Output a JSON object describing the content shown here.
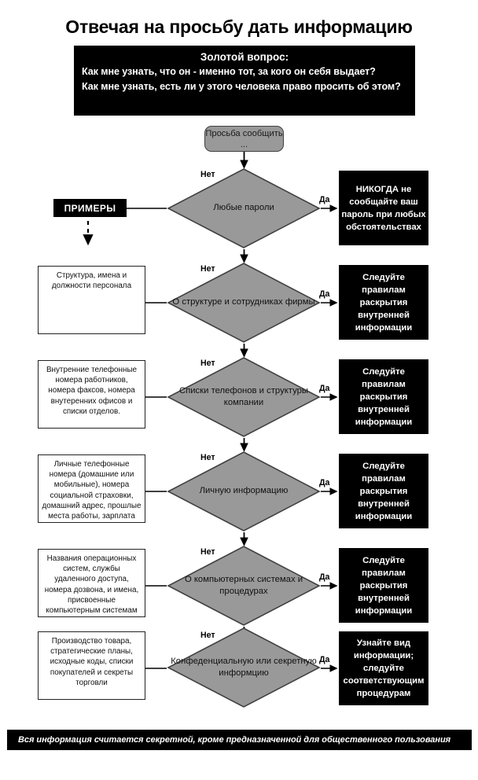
{
  "page": {
    "title": "Отвечая на просьбу дать информацию",
    "background_color": "#ffffff",
    "accent_black": "#000000",
    "decision_fill": "#999999",
    "decision_stroke": "#404040"
  },
  "golden_question": {
    "heading": "Золотой вопрос:",
    "lines": [
      "Как мне узнать, что он - именно тот, за кого он себя выдает?",
      "Как мне узнать, есть ли у этого человека право просить об этом?"
    ]
  },
  "start_node": {
    "label": "Просьба сообщить ..."
  },
  "examples_tag": {
    "label": "ПРИМЕРЫ"
  },
  "edge_labels": {
    "no": "Нет",
    "yes": "Да"
  },
  "rows": [
    {
      "decision": "Любые пароли",
      "example": "",
      "result": "НИКОГДА не сообщайте ваш пароль при любых обстоятельствах"
    },
    {
      "decision": "О структуре и сотрудниках фирмы",
      "example": "Структура, имена и должности персонала",
      "result": "Следуйте правилам раскрытия внутренней информации"
    },
    {
      "decision": "Списки телефонов и структуры компании",
      "example": "Внутренние телефонные номера работников, номера факсов, номера внутеренних офисов и списки отделов.",
      "result": "Следуйте правилам раскрытия внутренней информации"
    },
    {
      "decision": "Личную информацию",
      "example": "Личные телефонные номера (домашние или мобильные), номера социальной страховки, домашний адрес, прошлые места работы, зарплата",
      "result": "Следуйте правилам раскрытия внутренней информации"
    },
    {
      "decision": "О компьютерных системах и процедурах",
      "example": "Названия операционных систем, службы удаленного доступа, номера дозвона, и имена, присвоенные компьютерным системам",
      "result": "Следуйте правилам раскрытия внутренней информации"
    },
    {
      "decision": "Конфеденциальную или секретную информцию",
      "example": "Производство товара, стратегические планы, исходные коды, списки покупателей и секреты торговли",
      "result": "Узнайте вид информации; следуйте соответствующим процедурам"
    }
  ],
  "footer": {
    "note": "Вся информация считается секретной, кроме предназначенной для общественного пользования"
  }
}
